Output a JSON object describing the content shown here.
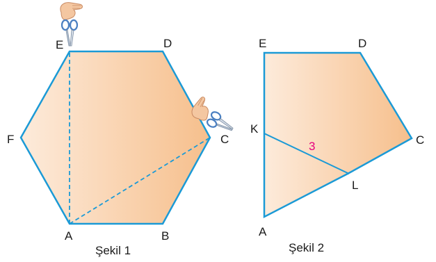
{
  "figure1": {
    "caption": "Şekil 1",
    "points": {
      "A": "A",
      "B": "B",
      "C": "C",
      "D": "D",
      "E": "E",
      "F": "F"
    }
  },
  "figure2": {
    "caption": "Şekil 2",
    "points": {
      "A": "A",
      "C": "C",
      "D": "D",
      "E": "E",
      "K": "K",
      "L": "L"
    },
    "segment_kl_length": "3"
  },
  "colors": {
    "fill_light": "#fde9d7",
    "fill_dark": "#f6c08f",
    "outline": "#1b9ad6",
    "fold_line": "#1b9ad6",
    "length_text": "#e6007e",
    "scissors": "#4a7fc1",
    "hand": "#f4c7a1"
  },
  "icons": {
    "scissors_top": "scissors-hand-icon",
    "scissors_right": "scissors-hand-icon"
  }
}
